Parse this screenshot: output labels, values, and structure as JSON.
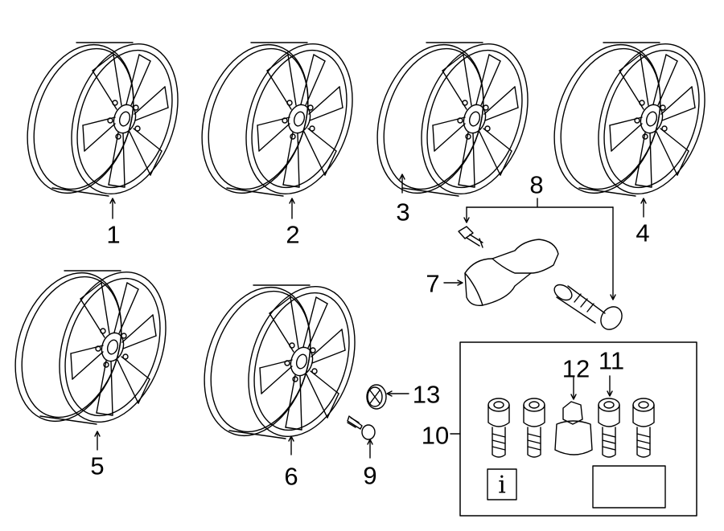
{
  "callouts": {
    "c1": "1",
    "c2": "2",
    "c3": "3",
    "c4": "4",
    "c5": "5",
    "c6": "6",
    "c7": "7",
    "c8": "8",
    "c9": "9",
    "c10": "10",
    "c11": "11",
    "c12": "12",
    "c13": "13"
  },
  "info_icon_glyph": "i",
  "icons": [
    "wheel-rim",
    "bolt",
    "tpms-sensor",
    "valve-stem",
    "center-cap",
    "lock-bolt",
    "lug-bolt",
    "key-adapter",
    "info-icon",
    "label-plate"
  ],
  "colors": {
    "line": "#000000",
    "background": "#ffffff"
  }
}
